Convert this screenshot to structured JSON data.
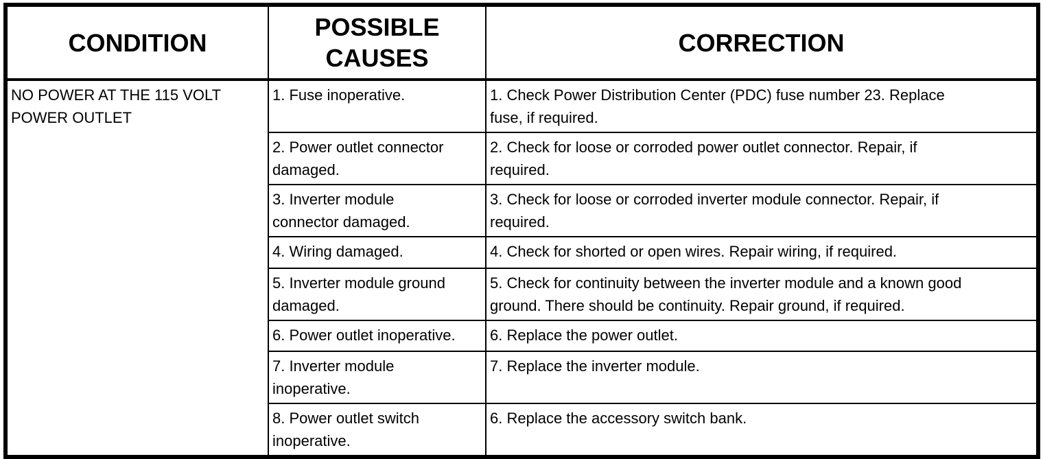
{
  "header": {
    "condition": "CONDITION",
    "causes": "POSSIBLE\nCAUSES",
    "correction": "CORRECTION"
  },
  "condition": "NO POWER AT THE 115 VOLT\nPOWER OUTLET",
  "rows": [
    {
      "cause": "1. Fuse inoperative.",
      "correction": "1. Check Power Distribution Center (PDC) fuse number 23. Replace\nfuse, if required."
    },
    {
      "cause": "2. Power outlet connector\ndamaged.",
      "correction": "2. Check for loose or corroded power outlet connector. Repair, if\nrequired."
    },
    {
      "cause": "3. Inverter module\nconnector damaged.",
      "correction": "3. Check for loose or corroded inverter module connector. Repair, if\nrequired."
    },
    {
      "cause": "4. Wiring damaged.",
      "correction": "4. Check for shorted or open wires. Repair wiring, if required."
    },
    {
      "cause": "5. Inverter module ground\ndamaged.",
      "correction": "5. Check for continuity between the inverter module and a known good\nground. There should be continuity. Repair ground, if required."
    },
    {
      "cause": "6. Power outlet inoperative.",
      "correction": "6. Replace the power outlet."
    },
    {
      "cause": "7. Inverter module\ninoperative.",
      "correction": "7. Replace the inverter module."
    },
    {
      "cause": "8. Power outlet switch\ninoperative.",
      "correction": "6. Replace the accessory switch bank."
    }
  ],
  "colors": {
    "border": "#000000",
    "background": "#ffffff",
    "text": "#000000"
  }
}
